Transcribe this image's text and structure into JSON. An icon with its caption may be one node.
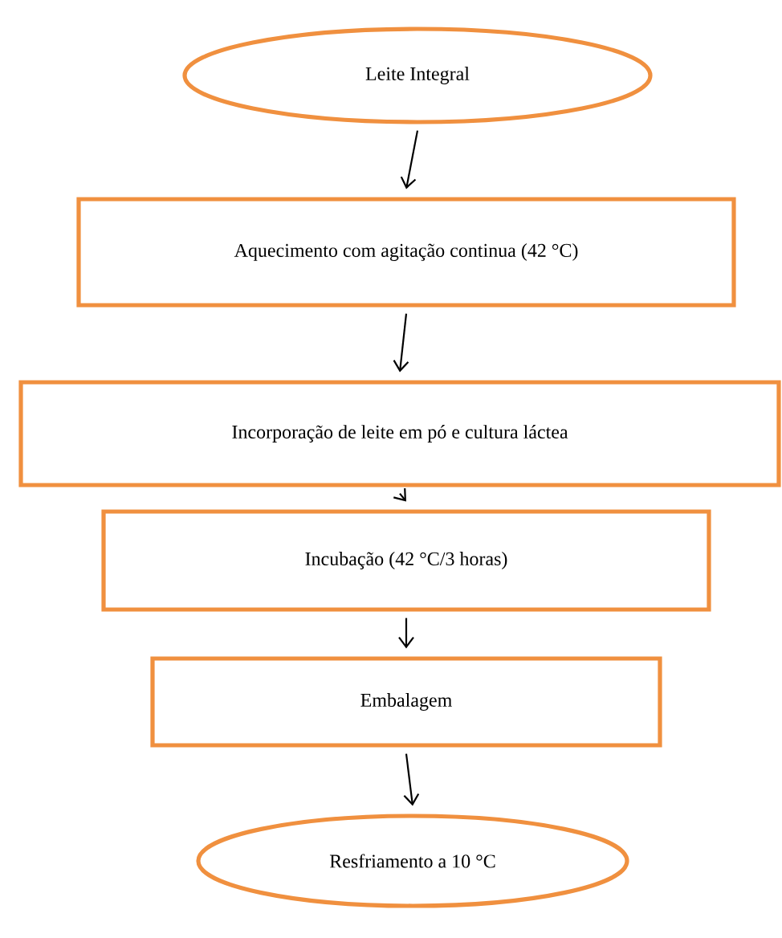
{
  "diagram": {
    "nodes": [
      {
        "text": [
          "Leite Integral"
        ]
      },
      {
        "text": [
          "Aquecimento com agitação continua (42 °C)"
        ]
      },
      {
        "text": [
          "Incorporação de leite em pó e cultura láctea"
        ]
      },
      {
        "text": [
          "Incubação (42 °C/3 horas)"
        ]
      },
      {
        "text": [
          "Embalagem"
        ]
      },
      {
        "text": [
          "Resfriamento a 10 °C"
        ]
      }
    ],
    "edges": [
      {
        "from": 0,
        "to": 1,
        "arrow": "to"
      },
      {
        "from": 1,
        "to": 2,
        "arrow": "to"
      },
      {
        "from": 2,
        "to": 3,
        "arrow": "to"
      },
      {
        "from": 3,
        "to": 4,
        "arrow": "to"
      },
      {
        "from": 4,
        "to": 5,
        "arrow": "to"
      }
    ]
  }
}
